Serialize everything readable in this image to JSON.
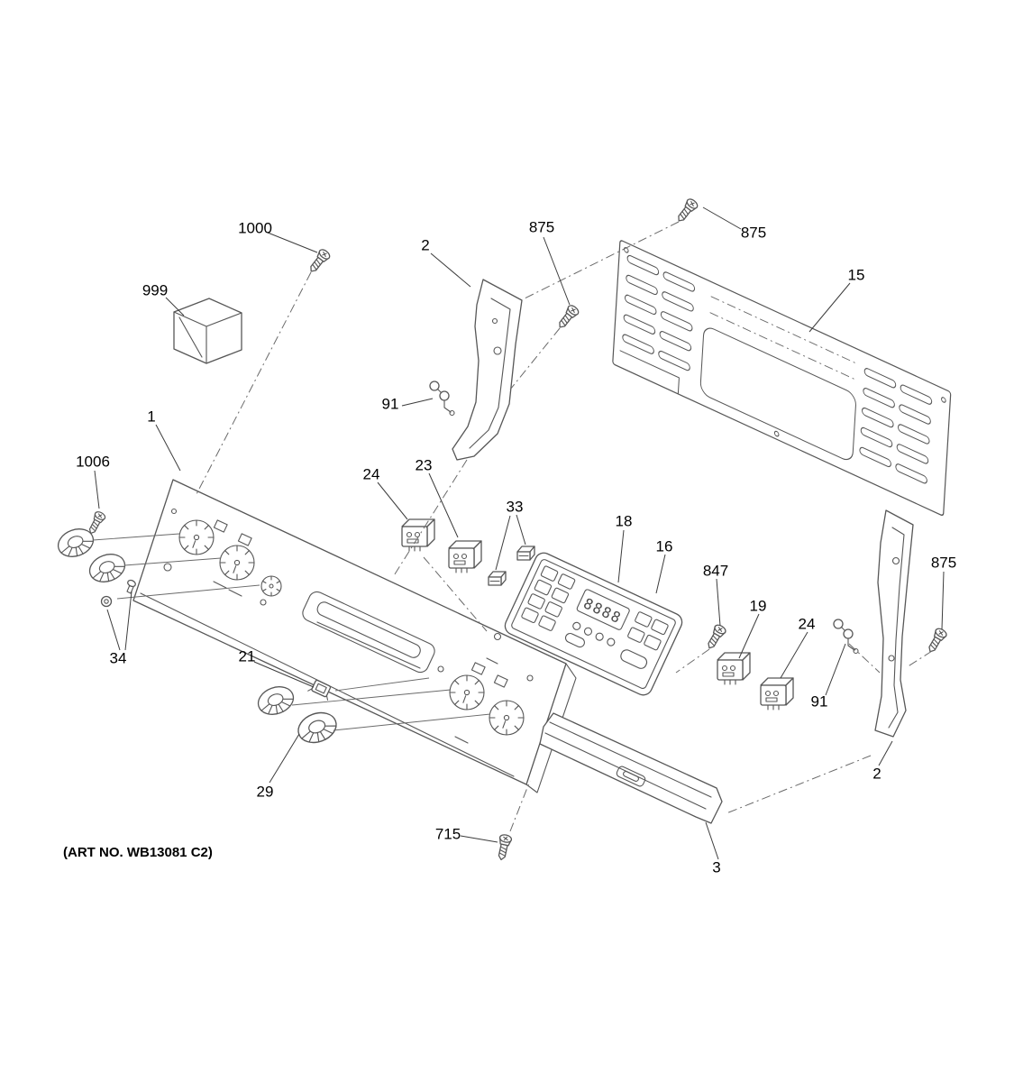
{
  "figure": {
    "art_no": "(ART NO. WB13081 C2)",
    "board_display": "8888",
    "labels": [
      {
        "part": "1000"
      },
      {
        "part": "999"
      },
      {
        "part": "2"
      },
      {
        "part": "875"
      },
      {
        "part": "875"
      },
      {
        "part": "15"
      },
      {
        "part": "91"
      },
      {
        "part": "1"
      },
      {
        "part": "1006"
      },
      {
        "part": "24"
      },
      {
        "part": "23"
      },
      {
        "part": "33"
      },
      {
        "part": "18"
      },
      {
        "part": "16"
      },
      {
        "part": "847"
      },
      {
        "part": "19"
      },
      {
        "part": "24"
      },
      {
        "part": "875"
      },
      {
        "part": "34"
      },
      {
        "part": "21"
      },
      {
        "part": "91"
      },
      {
        "part": "29"
      },
      {
        "part": "2"
      },
      {
        "part": "715"
      },
      {
        "part": "3"
      }
    ]
  }
}
